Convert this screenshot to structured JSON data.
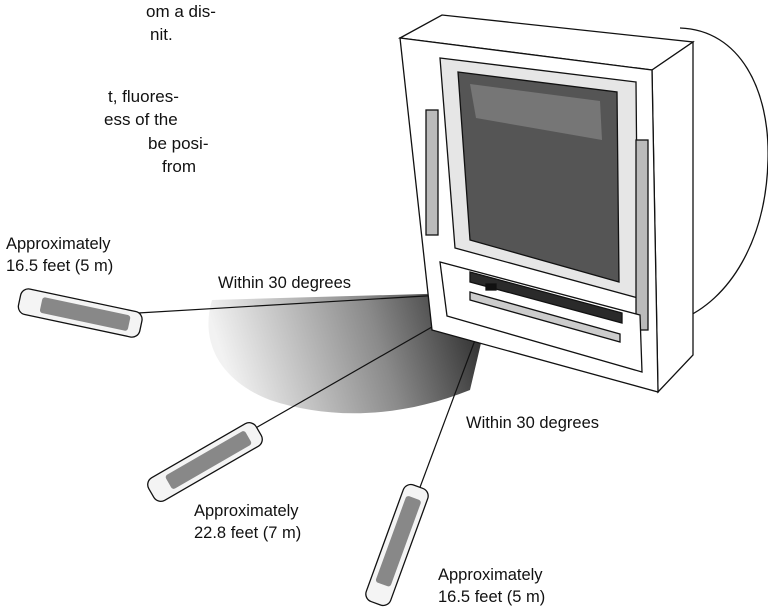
{
  "text_block": {
    "lines": [
      "om a dis-",
      "nit.",
      "t, fluores-",
      "ess of the",
      "be posi-",
      "from"
    ]
  },
  "labels": {
    "upper_left_remote": {
      "line1": "Approximately",
      "line2": "16.5 feet (5 m)"
    },
    "upper_angle": "Within 30 degrees",
    "lower_angle": "Within 30 degrees",
    "middle_remote": {
      "line1": "Approximately",
      "line2": "22.8 feet (7 m)"
    },
    "bottom_remote": {
      "line1": "Approximately",
      "line2": "16.5 feet (5 m)"
    }
  }
}
